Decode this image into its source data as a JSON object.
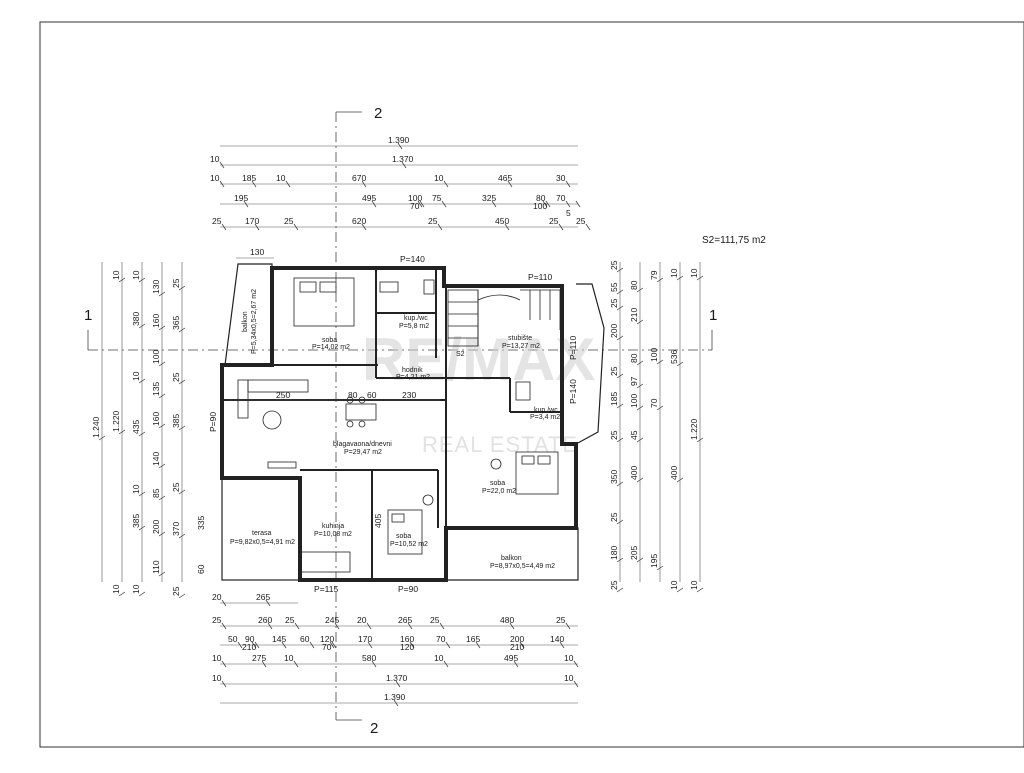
{
  "sheet": {
    "total_area": "S2=111,75 m2"
  },
  "sections": {
    "top_marker": "2",
    "bottom_marker": "2",
    "left_marker": "1",
    "right_marker": "1",
    "stair_label": "S2"
  },
  "rooms": {
    "soba1_name": "soba",
    "soba1_area": "P=14,02 m2",
    "kup1_name": "kup./wc",
    "kup1_area": "P=5,8 m2",
    "stub_name": "stubište",
    "stub_area": "P=13,27 m2",
    "hod_name": "hodnik",
    "hod_area": "P=4,21 m2",
    "blag_name": "blagavaona/dnevni",
    "blag_area": "P=29,47 m2",
    "kup2_name": "kup./wc",
    "kup2_area": "P=3,4 m2",
    "soba2_name": "soba",
    "soba2_area": "P=22,0 m2",
    "kuh_name": "kuhinja",
    "kuh_area": "P=10,08 m2",
    "soba3_name": "soba",
    "soba3_area": "P=10,52 m2",
    "ter_name": "terasa",
    "ter_area": "P=9,82x0,5=4,91 m2",
    "balk1_name": "balkon",
    "balk1_area": "P=5,34x0,5=2,67 m2",
    "balk2_name": "balkon",
    "balk2_area": "P=8,97x0,5=4,49 m2"
  },
  "openings": {
    "p140_top": "P=140",
    "p110_top": "P=110",
    "p110_r": "P=110",
    "p140_r": "P=140",
    "p90_l": "P=90",
    "p115_b": "P=115",
    "p90_b": "P=90"
  },
  "interior_dims": {
    "d250": "250",
    "d80": "80",
    "d60": "60",
    "d230": "230",
    "d130": "130",
    "d405": "405",
    "d335": "335",
    "d60b": "60"
  },
  "watermark": {
    "logo": "RE/MAX",
    "tagline": "REAL ESTATE"
  },
  "dims": {
    "t1": [
      "1.390"
    ],
    "t2": [
      "10",
      "1.370"
    ],
    "t3": [
      "10",
      "185",
      "10",
      "670",
      "10",
      "465",
      "30"
    ],
    "t4": [
      "195",
      "495",
      "100",
      "70",
      "75",
      "325",
      "80",
      "100",
      "70",
      "5"
    ],
    "t5": [
      "25",
      "170",
      "25",
      "620",
      "25",
      "450",
      "25",
      "25"
    ],
    "b0": [
      "20",
      "265"
    ],
    "b1": [
      "25",
      "260",
      "25",
      "245",
      "20",
      "265",
      "25",
      "480",
      "25"
    ],
    "b2": [
      "50",
      "90",
      "210",
      "145",
      "60",
      "120",
      "70",
      "170",
      "160",
      "120",
      "70",
      "165",
      "200",
      "210",
      "140"
    ],
    "b3": [
      "10",
      "275",
      "10",
      "580",
      "10",
      "495",
      "10"
    ],
    "b4": [
      "10",
      "1.370",
      "10"
    ],
    "b5": [
      "1.390"
    ],
    "l1": [
      "1.240"
    ],
    "l2": [
      "10",
      "1.220",
      "10"
    ],
    "l3": [
      "10",
      "380",
      "10",
      "435",
      "10",
      "385",
      "10"
    ],
    "l4": [
      "130",
      "160",
      "100",
      "135",
      "160",
      "140",
      "85",
      "200",
      "110"
    ],
    "l5": [
      "25",
      "365",
      "25",
      "385",
      "25",
      "370",
      "25"
    ],
    "r1": [
      "25",
      "55",
      "25",
      "200",
      "25",
      "185",
      "25",
      "350",
      "25",
      "180",
      "25"
    ],
    "r2": [
      "80",
      "210",
      "80",
      "97",
      "100",
      "45",
      "400",
      "205"
    ],
    "r3": [
      "79",
      "100",
      "70",
      "195"
    ],
    "r4": [
      "10",
      "536",
      "400",
      "10"
    ],
    "r5": [
      "10",
      "1.220",
      "10"
    ]
  }
}
